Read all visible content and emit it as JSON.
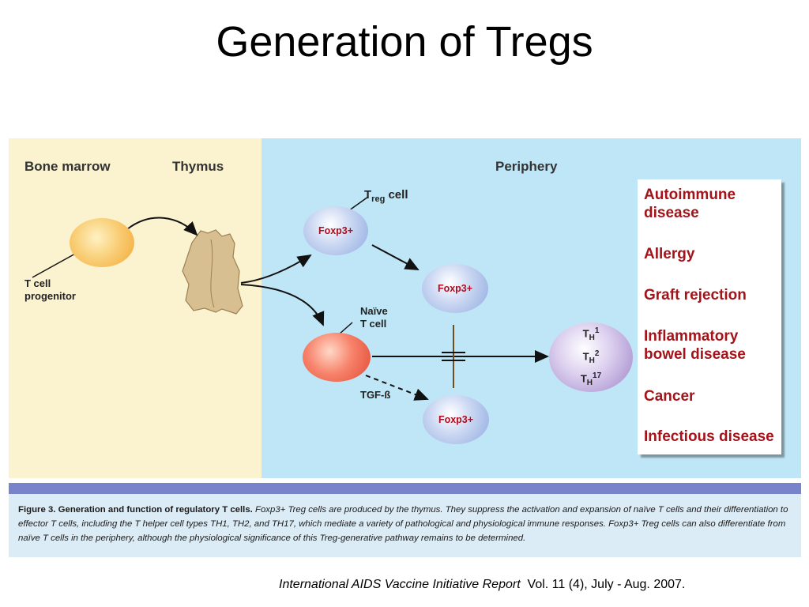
{
  "slide": {
    "title": "Generation of Tregs"
  },
  "regions": {
    "bone_marrow": "Bone marrow",
    "thymus": "Thymus",
    "periphery": "Periphery"
  },
  "cells": {
    "progenitor_label_1": "T cell",
    "progenitor_label_2": "progenitor",
    "treg_label_base": "T",
    "treg_label_sub": "reg",
    "treg_label_rest": "cell",
    "foxp3": "Foxp3+",
    "naive_label_1": "Naïve",
    "naive_label_2": "T cell",
    "tgf_label": "TGF-ß",
    "th_lines": [
      "1",
      "2",
      "17"
    ],
    "th_base": "T",
    "th_sub": "H"
  },
  "diseases": [
    [
      "Autoimmune",
      "disease"
    ],
    [
      "Allergy"
    ],
    [
      "Graft rejection"
    ],
    [
      "Inflammatory",
      "bowel disease"
    ],
    [
      "Cancer"
    ],
    [
      "Infectious disease"
    ]
  ],
  "caption": {
    "lead": "Figure 3. Generation and function of regulatory T cells.",
    "body": " Foxp3+ Treg cells are produced by the thymus. They suppress the activation and expansion of naïve T cells and their differentiation to effector T cells, including the T helper cell types TH1, TH2, and TH17, which mediate a variety of pathological and physiological immune responses. Foxp3+ Treg cells can also differentiate from naïve T cells in the periphery, although the physiological significance of this Treg-generative pathway remains to be determined."
  },
  "citation": {
    "journal": "International AIDS Vaccine Initiative Report",
    "details": "Vol. 11 (4), July - Aug. 2007."
  },
  "colors": {
    "left_panel": "#fbf3cf",
    "right_panel": "#bfe6f6",
    "disease_text": "#a31319",
    "foxp3_text": "#b10d1f",
    "bar": "#7784c9"
  }
}
